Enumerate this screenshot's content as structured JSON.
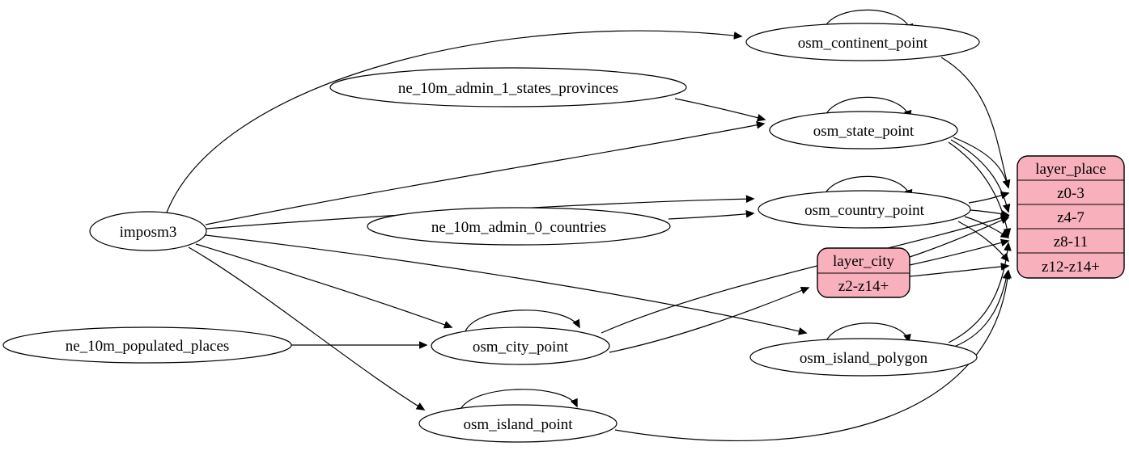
{
  "diagram": {
    "type": "etl-flow-graph",
    "colors": {
      "layer_node_fill": "#f9b0bd",
      "table_node_fill": "#ffffff",
      "edge_color": "#000000"
    },
    "tables": {
      "imposm3": "imposm3",
      "ne_10m_admin_1_states_provinces": "ne_10m_admin_1_states_provinces",
      "ne_10m_admin_0_countries": "ne_10m_admin_0_countries",
      "ne_10m_populated_places": "ne_10m_populated_places",
      "osm_continent_point": "osm_continent_point",
      "osm_state_point": "osm_state_point",
      "osm_country_point": "osm_country_point",
      "osm_city_point": "osm_city_point",
      "osm_island_polygon": "osm_island_polygon",
      "osm_island_point": "osm_island_point"
    },
    "layers": {
      "layer_city": {
        "title": "layer_city",
        "zoom_rows": [
          "z2-z14+"
        ]
      },
      "layer_place": {
        "title": "layer_place",
        "zoom_rows": [
          "z0-3",
          "z4-7",
          "z8-11",
          "z12-z14+"
        ]
      }
    },
    "edges": [
      {
        "from": "imposm3",
        "to": "osm_continent_point"
      },
      {
        "from": "imposm3",
        "to": "osm_state_point"
      },
      {
        "from": "imposm3",
        "to": "osm_country_point"
      },
      {
        "from": "imposm3",
        "to": "osm_city_point"
      },
      {
        "from": "imposm3",
        "to": "osm_island_polygon"
      },
      {
        "from": "imposm3",
        "to": "osm_island_point"
      },
      {
        "from": "ne_10m_admin_1_states_provinces",
        "to": "osm_state_point"
      },
      {
        "from": "ne_10m_admin_0_countries",
        "to": "osm_country_point"
      },
      {
        "from": "ne_10m_populated_places",
        "to": "osm_city_point"
      },
      {
        "from": "osm_continent_point",
        "to": "osm_continent_point"
      },
      {
        "from": "osm_state_point",
        "to": "osm_state_point"
      },
      {
        "from": "osm_country_point",
        "to": "osm_country_point"
      },
      {
        "from": "osm_city_point",
        "to": "osm_city_point"
      },
      {
        "from": "osm_island_polygon",
        "to": "osm_island_polygon"
      },
      {
        "from": "osm_island_point",
        "to": "osm_island_point"
      },
      {
        "from": "osm_city_point",
        "to": "layer_city:z2-z14+"
      },
      {
        "from": "osm_city_point",
        "to": "layer_place:z4-7"
      },
      {
        "from": "osm_continent_point",
        "to": "layer_place:z0-3"
      },
      {
        "from": "osm_state_point",
        "to": "layer_place:z0-3"
      },
      {
        "from": "osm_state_point",
        "to": "layer_place:z4-7"
      },
      {
        "from": "osm_state_point",
        "to": "layer_place:z8-11"
      },
      {
        "from": "osm_country_point",
        "to": "layer_place:z0-3"
      },
      {
        "from": "osm_country_point",
        "to": "layer_place:z4-7"
      },
      {
        "from": "osm_country_point",
        "to": "layer_place:z8-11"
      },
      {
        "from": "osm_country_point",
        "to": "layer_place:z12-z14+"
      },
      {
        "from": "layer_city",
        "to": "layer_place:z4-7"
      },
      {
        "from": "layer_city",
        "to": "layer_place:z8-11"
      },
      {
        "from": "layer_city",
        "to": "layer_place:z12-z14+"
      },
      {
        "from": "osm_island_polygon",
        "to": "layer_place:z8-11"
      },
      {
        "from": "osm_island_polygon",
        "to": "layer_place:z12-z14+"
      },
      {
        "from": "osm_island_point",
        "to": "layer_place:z12-z14+"
      }
    ]
  }
}
